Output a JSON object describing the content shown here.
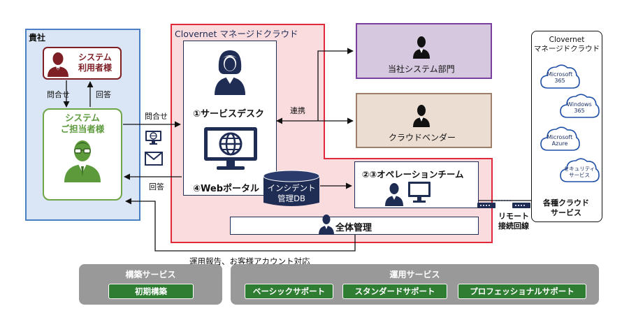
{
  "client": {
    "title": "貴社",
    "user_label_line1": "システム",
    "user_label_line2": "利用者様",
    "admin_label_line1": "システム",
    "admin_label_line2": "ご担当者様",
    "inquiry_label": "問合せ",
    "answer_label": "回答"
  },
  "cloud_service": {
    "title": "Clovernet マネージドクラウド",
    "service_desk": "①サービスデスク",
    "web_portal": "④Webポータル",
    "db_line1": "インシデント",
    "db_line2": "管理DB",
    "ops_team": "②③オペレーションチーム",
    "overall": "全体管理",
    "cooperation": "連携",
    "inquiry_label": "問合せ",
    "answer_label": "回答"
  },
  "partners": {
    "system_dept": "当社システム部門",
    "cloud_vendor": "クラウドベンダー"
  },
  "right_panel": {
    "title_line1": "Clovernet",
    "title_line2": "マネージドクラウド",
    "clouds": [
      {
        "line1": "Microsoft",
        "line2": "365"
      },
      {
        "line1": "Windows",
        "line2": "365"
      },
      {
        "line1": "Microsoft",
        "line2": "Azure"
      },
      {
        "line1": "セキュリティ",
        "line2": "サービス"
      }
    ],
    "footer_line1": "各種クラウド",
    "footer_line2": "サービス"
  },
  "remote_line": {
    "line1": "リモート",
    "line2": "接続回線"
  },
  "report_label": "運用報告、お客様アカウント対応",
  "services": {
    "build": {
      "title": "構築サービス",
      "items": [
        "初期構築"
      ]
    },
    "operation": {
      "title": "運用サービス",
      "items": [
        "ベーシックサポート",
        "スタンダードサポート",
        "プロフェッショナルサポート"
      ]
    }
  },
  "colors": {
    "client_bg": "#dae6f5",
    "client_border": "#4a7fc4",
    "service_border": "#e0293a",
    "service_bg": "#fadbde",
    "system_dept_bg": "#d6c8df",
    "system_dept_border": "#7b3fa0",
    "vendor_bg": "#ebddd2",
    "vendor_border": "#9e806a",
    "green": "#5c9a3c",
    "navy": "#1f2d55",
    "dark_red": "#7d1f25"
  }
}
